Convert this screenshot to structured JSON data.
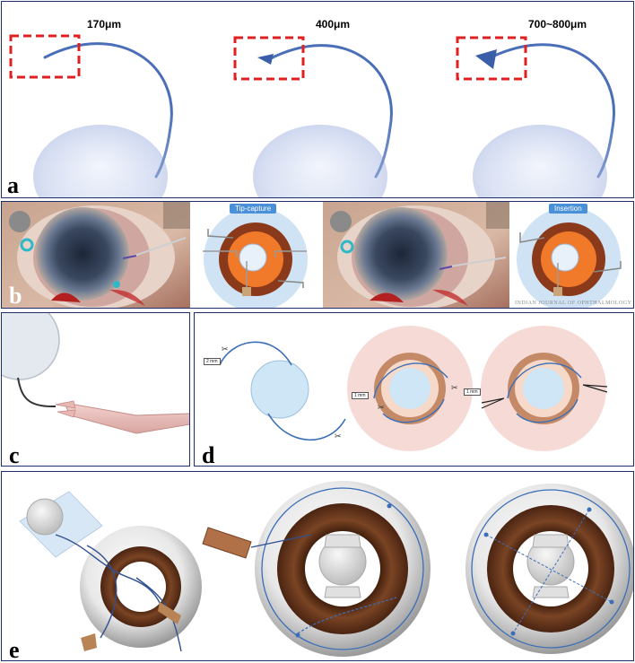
{
  "panel_a": {
    "label": "a",
    "sizes": [
      "170μm",
      "400μm",
      "700~800μm"
    ]
  },
  "panel_b": {
    "label": "b",
    "tags": [
      "Tip-capture",
      "Insertion"
    ],
    "watermark": "INDIAN JOURNAL OF OPHTHALMOLOGY"
  },
  "panel_c": {
    "label": "c"
  },
  "panel_d": {
    "label": "d",
    "measure_labels": [
      "2 mm",
      "1 mm",
      "1 mm"
    ]
  },
  "panel_e": {
    "label": "e"
  },
  "colors": {
    "frame": "#1f2f6b",
    "haptic": "#4a6fb8",
    "highlight_box": "#e02020",
    "iris_brown": "#6b3a1e",
    "orange_iris": "#f07a2a",
    "tag_blue": "#4a90d9"
  }
}
